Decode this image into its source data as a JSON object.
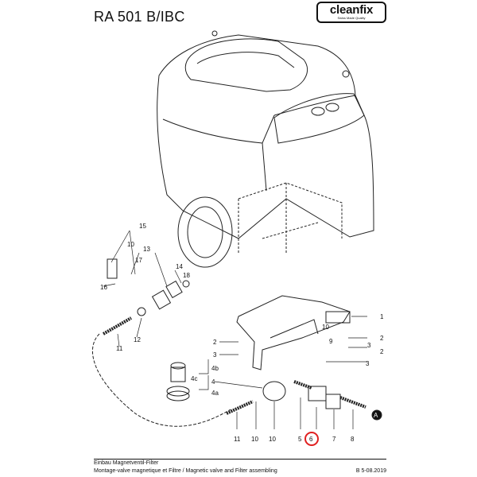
{
  "header": {
    "title": "RA 501 B/IBC",
    "logo_text": "cleanfix",
    "logo_subtitle": "Swiss Made Quality"
  },
  "callouts": [
    "15",
    "10",
    "13",
    "17",
    "14",
    "16",
    "18",
    "1",
    "11",
    "12",
    "2",
    "3",
    "9",
    "10",
    "2",
    "2",
    "3",
    "3",
    "4b",
    "4",
    "4c",
    "4a",
    "11",
    "10",
    "10",
    "5",
    "6",
    "7",
    "8",
    "A"
  ],
  "highlight": {
    "label": "6",
    "color": "#e02020"
  },
  "footer": {
    "line1": "Einbau Magnetventil-Filter",
    "line2": "Montage-valve magnetique et Filtre / Magnetic valve and Filter assembling",
    "code": "B 5-08.2019"
  }
}
